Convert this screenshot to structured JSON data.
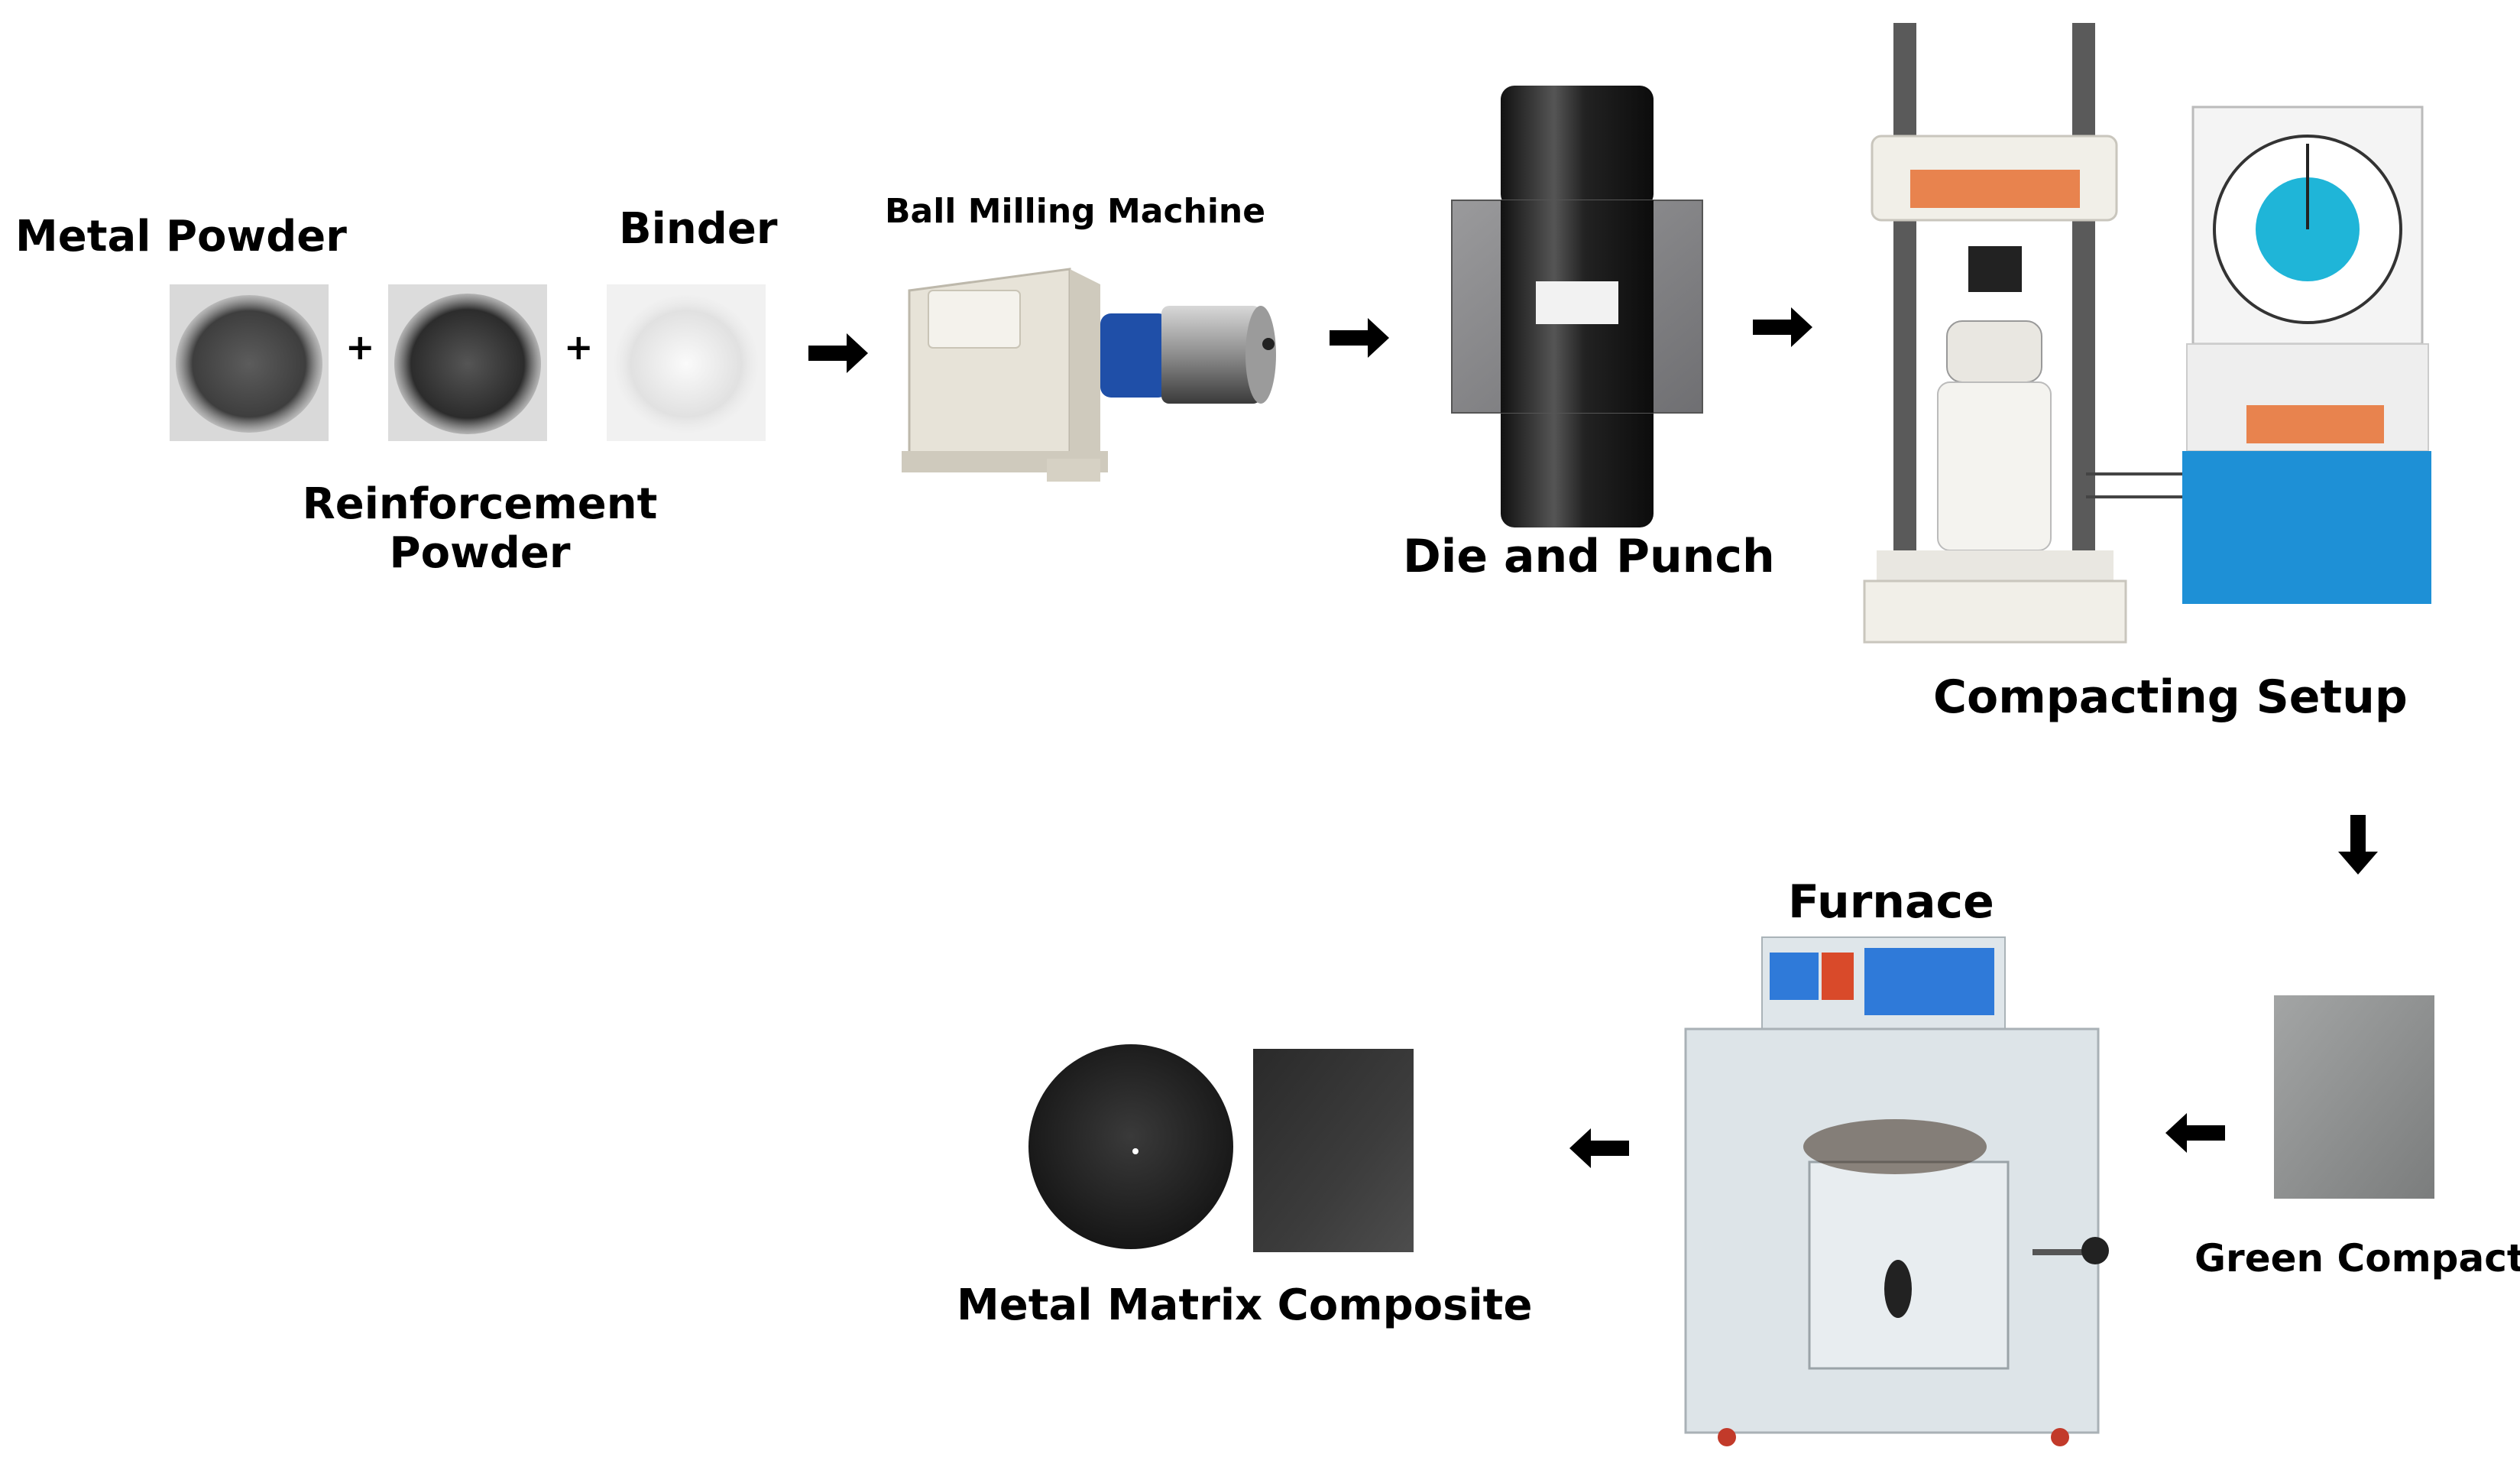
{
  "labels": {
    "metal_powder": "Metal Powder",
    "binder": "Binder",
    "reinforcement_powder_line1": "Reinforcement",
    "reinforcement_powder_line2": "Powder",
    "ball_milling_machine": "Ball Milling Machine",
    "die_and_punch": "Die and Punch",
    "compacting_setup": "Compacting Setup",
    "furnace": "Furnace",
    "green_compact": "Green Compact",
    "metal_matrix_composite": "Metal Matrix Composite"
  },
  "operators": {
    "plus": "+"
  },
  "colors": {
    "text": "#000000",
    "arrow": "#000000",
    "metal_powder": "#4a4a4a",
    "reinforcement_powder": "#2b2b2b",
    "binder": "#e8e8e8",
    "machine_body": "#e7e3d8",
    "ball_mill_drum": "#1f4fa8",
    "die_block": "#8a8a8a",
    "die_punch": "#1c1c1c",
    "compactor_frame": "#f1efe8",
    "compactor_panel": "#1e90d6",
    "gauge_face": "#1fb5d8",
    "orange_panel": "#e8834e",
    "furnace_body": "#dde4e8",
    "furnace_panel": "#2f7ad9",
    "green_compact": "#8f9191",
    "composite": "#262626"
  }
}
